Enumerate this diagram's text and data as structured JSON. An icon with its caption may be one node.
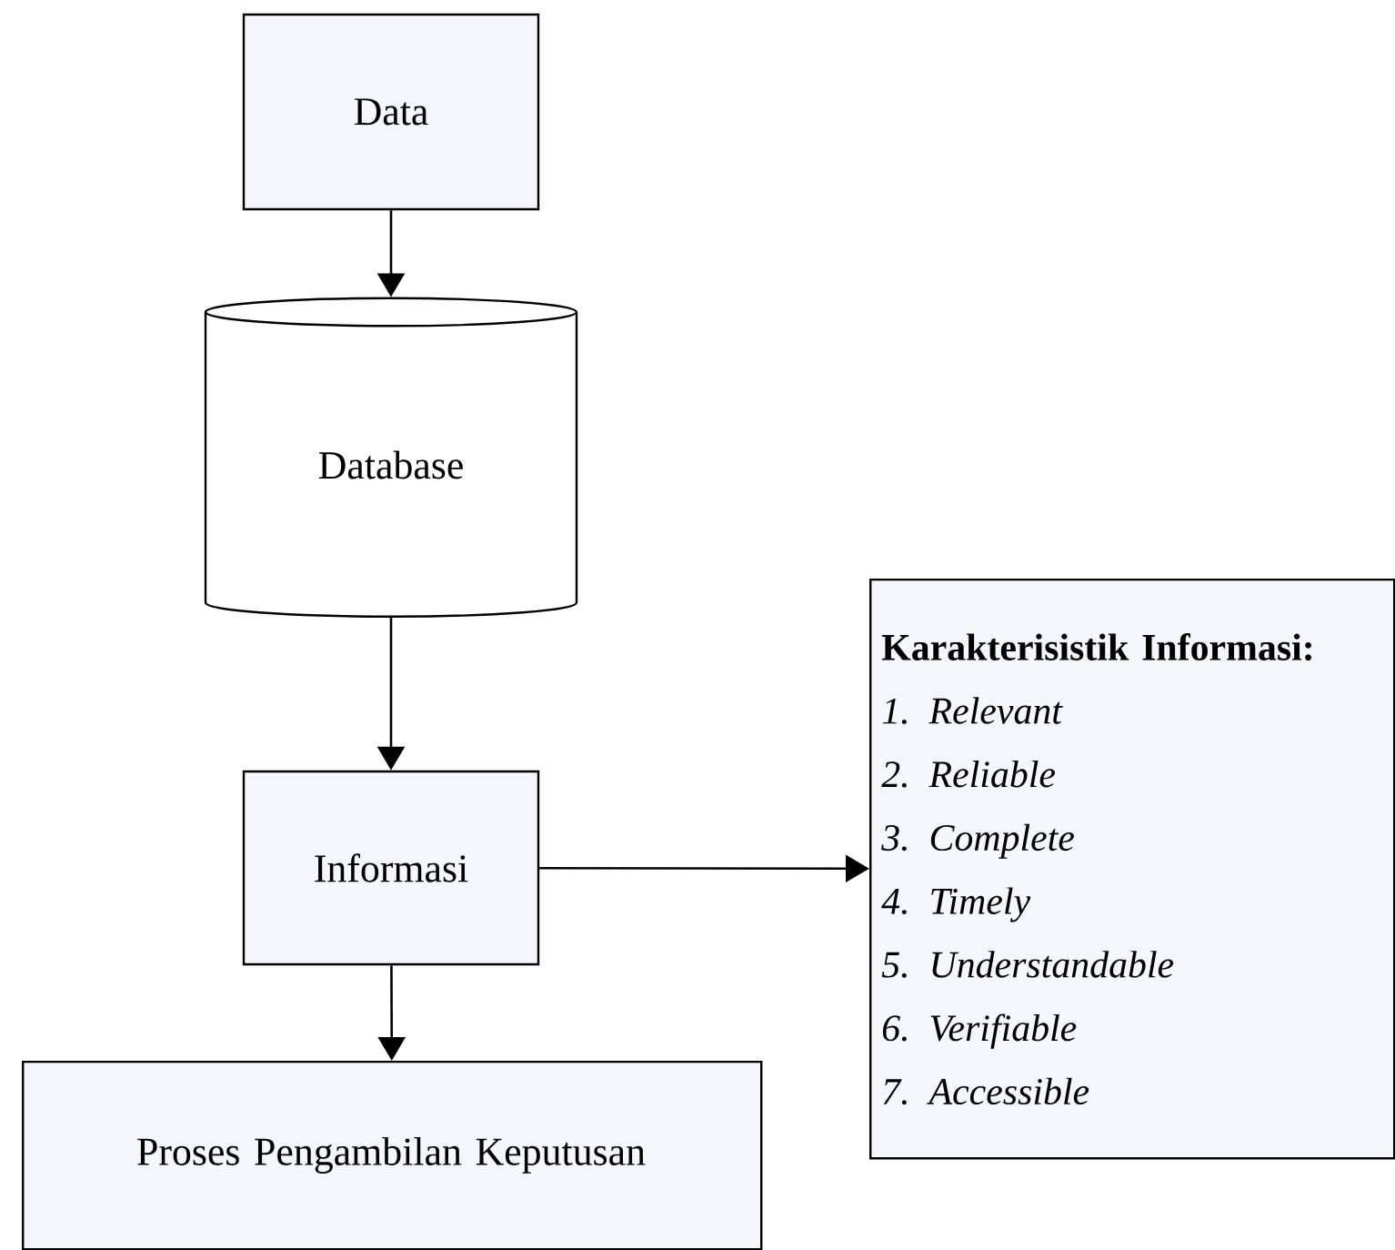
{
  "diagram": {
    "nodes": [
      {
        "text": [
          "Data"
        ]
      },
      {
        "text": [
          "Database"
        ]
      },
      {
        "text": [
          "Informasi"
        ]
      },
      {
        "text": [
          "Karakterisistik Informasi:",
          "1. Relevant",
          "2. Reliable",
          "3. Complete",
          "4. Timely",
          "5. Understandable",
          "6. Verifiable",
          "7. Accessible"
        ]
      },
      {
        "text": [
          "Proses Pengambilan Keputusan"
        ]
      }
    ],
    "edges": [
      {
        "from": 0,
        "to": 1,
        "arrow": "to"
      },
      {
        "from": 1,
        "to": 2,
        "arrow": "to"
      },
      {
        "from": 2,
        "to": 3,
        "arrow": "to"
      },
      {
        "from": 2,
        "to": 4,
        "arrow": "to"
      }
    ]
  }
}
